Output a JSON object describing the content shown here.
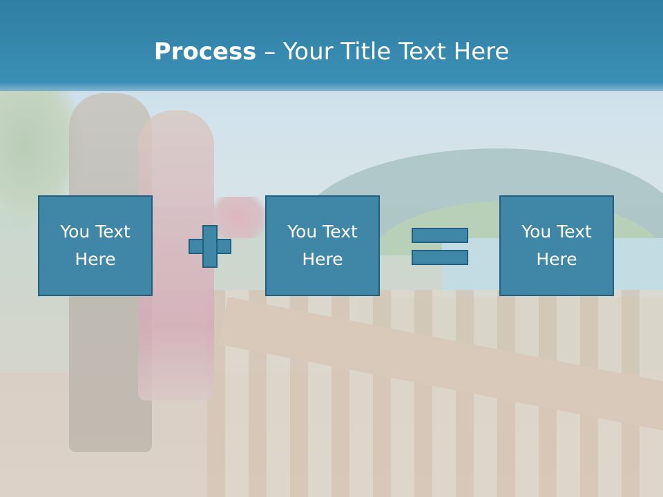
{
  "title": {
    "bold": "Process",
    "rest": " – Your Title Text Here"
  },
  "boxes": [
    {
      "text": "You Text Here"
    },
    {
      "text": "You Text Here"
    },
    {
      "text": "You Text Here"
    }
  ],
  "operators": {
    "first": "plus-icon",
    "second": "equals-icon"
  },
  "colors": {
    "title_bar": "#3788ae",
    "box_fill": "#3f86a7",
    "box_border": "#1f5f80",
    "text": "#ffffff"
  }
}
